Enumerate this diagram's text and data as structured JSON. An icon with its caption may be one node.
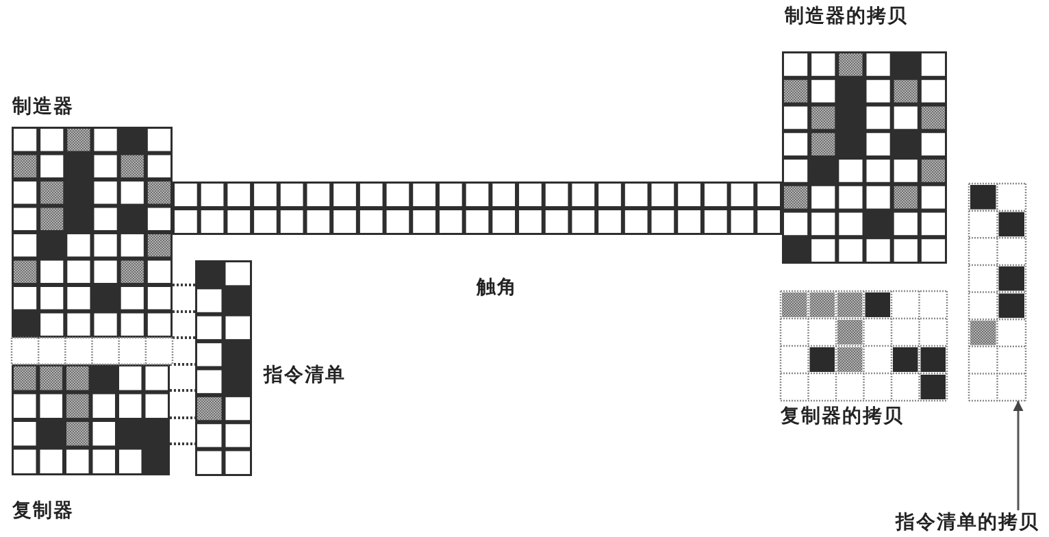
{
  "diagram": {
    "nodes": [
      {
        "text": [
          "制造器"
        ]
      },
      {
        "text": [
          "复制器"
        ]
      },
      {
        "text": [
          "指令清单"
        ]
      },
      {
        "text": [
          "触角"
        ]
      },
      {
        "text": [
          "制造器的拷贝"
        ]
      },
      {
        "text": [
          "复制器的拷贝"
        ]
      },
      {
        "text": [],
        "shape": "box"
      },
      {
        "text": [
          "指令清单的拷贝"
        ]
      },
      {
        "text": [],
        "shape": "box"
      }
    ],
    "edges": [
      {
        "from": 0,
        "to": 2,
        "arrow": "none",
        "style": "dashed"
      },
      {
        "from": 0,
        "to": 2,
        "arrow": "none",
        "style": "dashed"
      },
      {
        "from": 0,
        "to": 2,
        "arrow": "none",
        "style": "dashed"
      },
      {
        "from": 1,
        "to": 2,
        "arrow": "none",
        "style": "dashed"
      },
      {
        "from": 1,
        "to": 2,
        "arrow": "none",
        "style": "dashed"
      },
      {
        "from": 1,
        "to": 2,
        "arrow": "none",
        "style": "dashed"
      },
      {
        "from": 1,
        "to": 2,
        "arrow": "none",
        "style": "dashed"
      },
      {
        "from": 7,
        "to": 6,
        "arrow": "to"
      }
    ]
  }
}
